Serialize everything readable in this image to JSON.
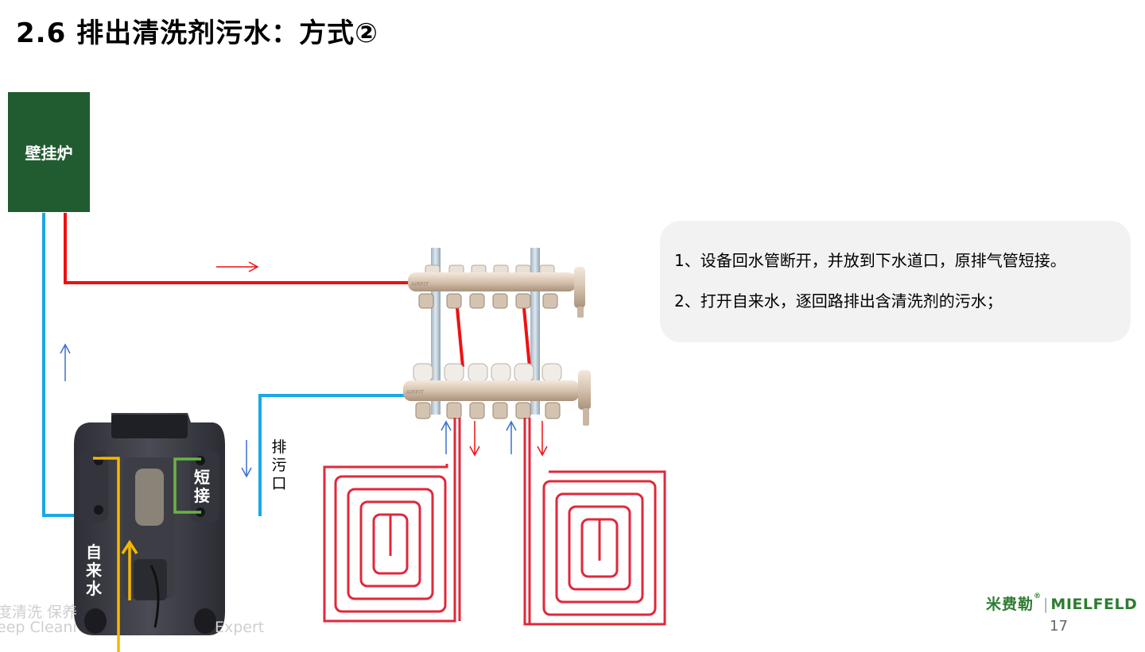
{
  "title": "2.6  排出清洗剂污水：方式②",
  "boiler_label": "壁挂炉",
  "notes": [
    "1、设备回水管断开，并放到下水道口，原排气管短接。",
    "2、打开自来水，逐回路排出含清洗剂的污水；"
  ],
  "labels": {
    "short": [
      "短",
      "接"
    ],
    "tap": [
      "自",
      "来",
      "水"
    ],
    "drain": [
      "排",
      "污",
      "口"
    ]
  },
  "manifold_brand": "AIRFIT",
  "logo": {
    "cn": "米费勒",
    "mark": "®",
    "en": "MIELFELD"
  },
  "page_number": "17",
  "watermark": {
    "line1": "度清洗 保养",
    "line2": "eep Cleani",
    "line3": "Expert"
  },
  "colors": {
    "supply_pipe": "#ee1111",
    "return_pipe": "#1aa8e6",
    "flow_arrow_blue": "#3b6fd1",
    "yellow_pipe": "#f5b800",
    "green_pipe": "#6ab445",
    "boiler": "#215c30",
    "coil": "#e0283a"
  }
}
